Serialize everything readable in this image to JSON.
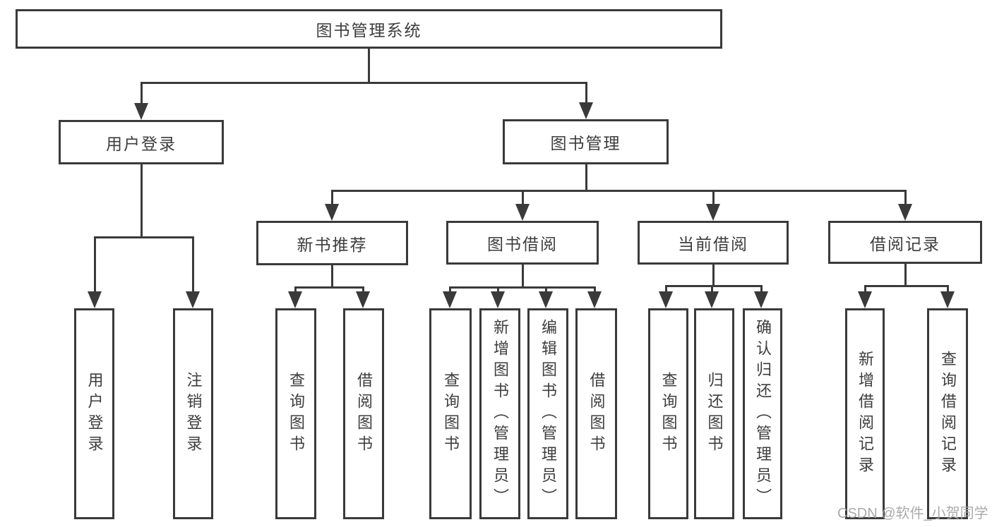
{
  "tree": {
    "root": {
      "label": "图书管理系统"
    },
    "children": [
      {
        "label": "用户登录",
        "children": [
          {
            "label": "用户登录"
          },
          {
            "label": "注销登录"
          }
        ]
      },
      {
        "label": "图书管理",
        "children": [
          {
            "label": "新书推荐",
            "children": [
              {
                "label": "查询图书"
              },
              {
                "label": "借阅图书"
              }
            ]
          },
          {
            "label": "图书借阅",
            "children": [
              {
                "label": "查询图书"
              },
              {
                "label": "新增图书（管理员）"
              },
              {
                "label": "编辑图书（管理员）"
              },
              {
                "label": "借阅图书"
              }
            ]
          },
          {
            "label": "当前借阅",
            "children": [
              {
                "label": "查询图书"
              },
              {
                "label": "归还图书"
              },
              {
                "label": "确认归还（管理员）"
              }
            ]
          },
          {
            "label": "借阅记录",
            "children": [
              {
                "label": "新增借阅记录"
              },
              {
                "label": "查询借阅记录"
              }
            ]
          }
        ]
      }
    ]
  },
  "watermark": "CSDN @软件_小贺同学",
  "colors": {
    "line": "#3a3a3a",
    "text": "#3d3d3d",
    "watermark": "#a5a5a5",
    "background": "#ffffff"
  }
}
